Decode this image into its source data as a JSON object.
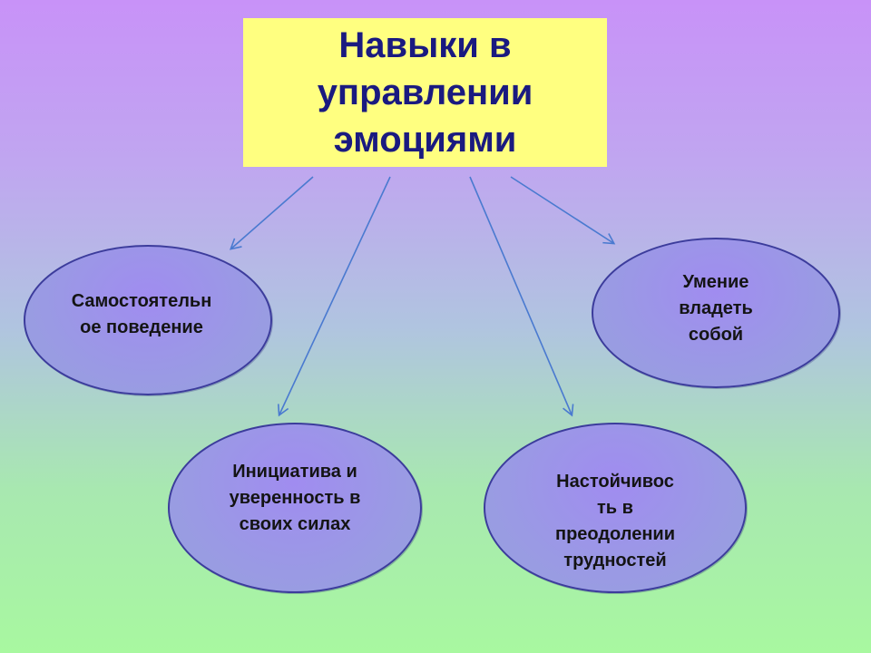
{
  "title": "Навыки в\nуправлении\nэмоциями",
  "nodes": [
    {
      "id": "independent-behavior",
      "label": "Самостоятельн\nое поведение"
    },
    {
      "id": "self-control",
      "label": "Умение\nвладеть\nсобой"
    },
    {
      "id": "initiative-confidence",
      "label": "Инициатива и\nуверенность в\nсвоих силах"
    },
    {
      "id": "persistence",
      "label": "Настойчивос\nть в\nпреодолении\nтрудностей"
    }
  ],
  "colors": {
    "title_background": "#ffff80",
    "title_text": "#1a1a80",
    "node_fill": "#9a9ae4",
    "node_border": "#3c3c9c",
    "arrow": "#4a7ad0"
  }
}
